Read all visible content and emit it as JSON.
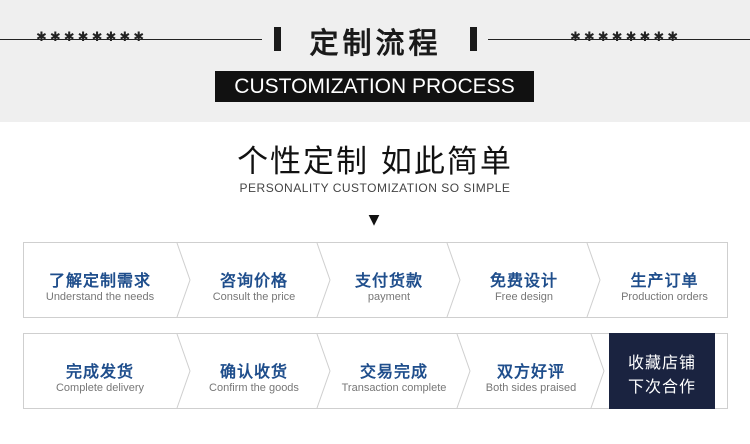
{
  "header": {
    "title_cn": "定制流程",
    "title_en": "CUSTOMIZATION PROCESS",
    "ornament_left": "✱✱✱✱✱✱✱✱",
    "ornament_right": "✱✱✱✱✱✱✱✱"
  },
  "intro": {
    "title_cn": "个性定制 如此简单",
    "title_en": "PERSONALITY CUSTOMIZATION SO SIMPLE",
    "arrow": "▼"
  },
  "row1": [
    {
      "cn": "了解定制需求",
      "en": "Understand the needs"
    },
    {
      "cn": "咨询价格",
      "en": "Consult the price"
    },
    {
      "cn": "支付货款",
      "en": "payment"
    },
    {
      "cn": "免费设计",
      "en": "Free design"
    },
    {
      "cn": "生产订单",
      "en": "Production orders"
    }
  ],
  "row2": [
    {
      "cn": "完成发货",
      "en": "Complete delivery"
    },
    {
      "cn": "确认收货",
      "en": "Confirm the goods"
    },
    {
      "cn": "交易完成",
      "en": "Transaction complete"
    },
    {
      "cn": "双方好评",
      "en": "Both sides praised"
    }
  ],
  "final": {
    "line1": "收藏店铺",
    "line2": "下次合作"
  },
  "colors": {
    "step_text": "#1f4e8c",
    "final_bg": "#1a2340",
    "header_bg": "#efefef"
  }
}
